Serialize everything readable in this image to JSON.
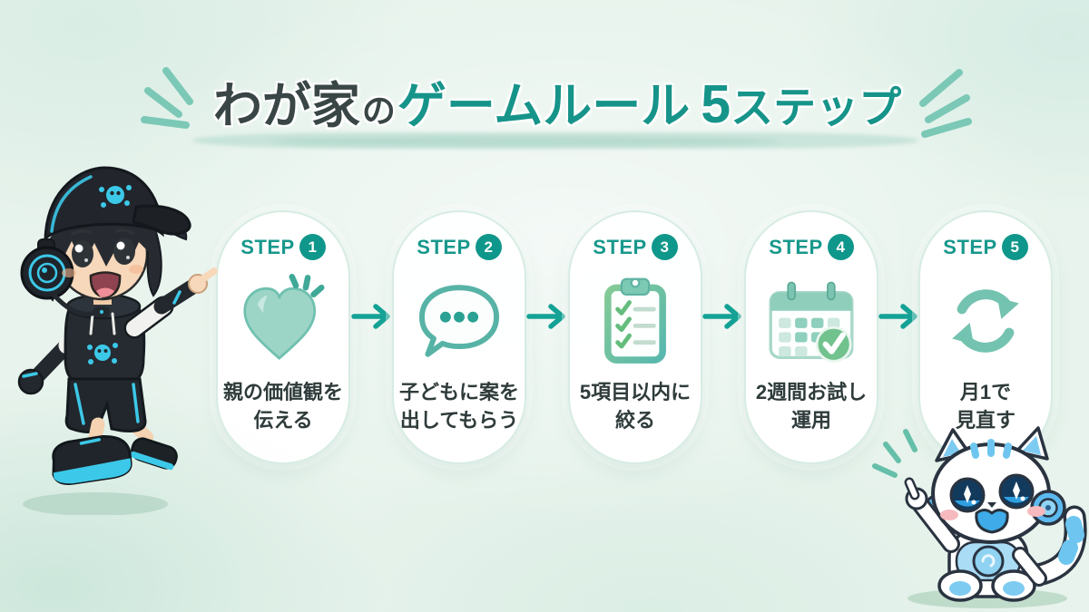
{
  "title": {
    "main": "わが家",
    "particle": "の",
    "highlight": "ゲームルール",
    "number": "5",
    "suffix": "ステップ"
  },
  "steps": [
    {
      "label": "STEP",
      "number": "1",
      "icon": "heart-icon",
      "line1": "親の価値観を",
      "line2": "伝える"
    },
    {
      "label": "STEP",
      "number": "2",
      "icon": "speech-bubble-icon",
      "line1": "子どもに案を",
      "line2": "出してもらう"
    },
    {
      "label": "STEP",
      "number": "3",
      "icon": "checklist-clipboard-icon",
      "line1": "5項目以内に",
      "line2": "絞る"
    },
    {
      "label": "STEP",
      "number": "4",
      "icon": "calendar-check-icon",
      "line1": "2週間お試し",
      "line2": "運用"
    },
    {
      "label": "STEP",
      "number": "5",
      "icon": "refresh-cycle-icon",
      "line1": "月1で",
      "line2": "見直す"
    }
  ],
  "colors": {
    "accent_teal": "#17948a",
    "title_dark": "#3a4646",
    "badge_circle": "#10978b",
    "arrow": "#14a296",
    "card_border": "#d7ece3",
    "background_mint": "#e7f3ec",
    "caption_text": "#2f3b3b",
    "watercolor_icon": "#8fd0c2",
    "mascot_cyan": "#3cc8e8",
    "mascot_blue": "#6ec6f0"
  },
  "characters": {
    "left": "gamer-boy-mascot",
    "right": "robot-cat-mascot"
  }
}
